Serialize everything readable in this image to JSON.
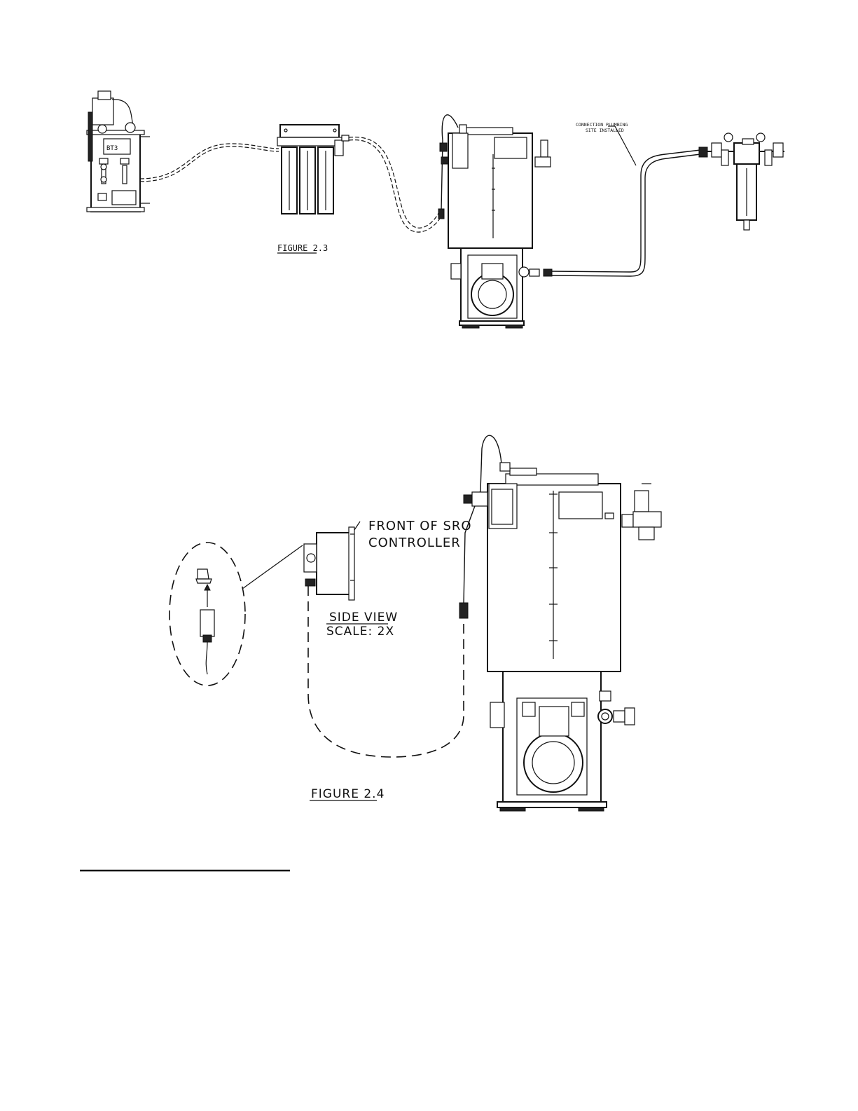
{
  "figures": {
    "fig23": {
      "caption": "FIGURE 2.3",
      "callout": [
        "CONNECTION PLUMBING",
        "SITE INSTALLED"
      ]
    },
    "fig24": {
      "caption": "FIGURE 2.4",
      "callout": [
        "FRONT OF SRO",
        "CONTROLLER"
      ],
      "side_view": [
        "SIDE VIEW",
        "SCALE: 2X"
      ]
    }
  },
  "icons": [
    "ro-unit",
    "prefilter-housing",
    "storage-tank",
    "pump",
    "pressure-gauge",
    "air-filter-regulator",
    "controller-box",
    "float-switch-connector"
  ],
  "colors": {
    "line": "#111111",
    "background": "#ffffff"
  }
}
